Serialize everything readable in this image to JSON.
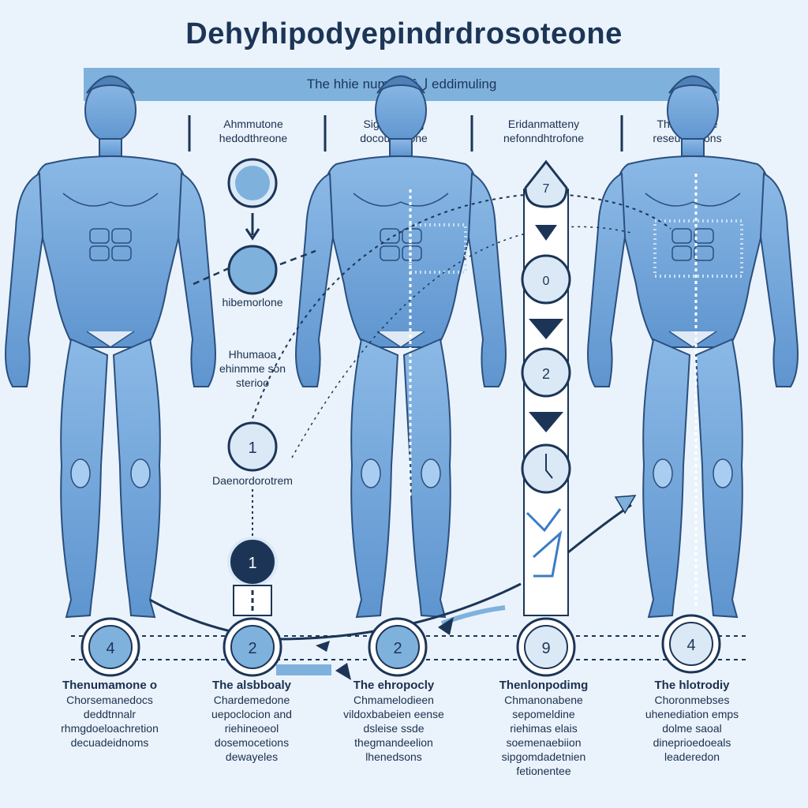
{
  "title": "Dehyhipodyepindrdrosoteone",
  "banner": "The hhie numanهôل eddimuling",
  "columns": [
    {
      "line1": "Ahmmutone",
      "line2": "hedodthreone"
    },
    {
      "line1": "Sighmstlong",
      "line2": "docouthtfrone"
    },
    {
      "line1": "Eridanmatteny",
      "line2": "nefonndhtrofone"
    },
    {
      "line1": "Thinmatione",
      "line2": "reseudthisons"
    }
  ],
  "left_labels": {
    "hibemorlone": "hibemorlone",
    "block": [
      "Hhumaoa",
      "ehinmme son",
      "sterioo"
    ],
    "daenoroc": "Daenordorotrem"
  },
  "nodes": {
    "left_top": "",
    "step1_light": "1",
    "step1_dark": "1",
    "bottom": [
      "4",
      "2",
      "2",
      "9",
      "4"
    ],
    "chain": [
      "7",
      "0",
      "2",
      ""
    ]
  },
  "captions": [
    {
      "title": "Thenumamone o",
      "lines": [
        "Chorsemanedocs",
        "deddtnnalr",
        "rhmgdoeloachretion",
        "decuadeidnoms"
      ]
    },
    {
      "title": "The alsbboaly",
      "lines": [
        "Chardemedone",
        "uepoclocion and",
        "riehineoeol",
        "dosemocetions",
        "dewayeles"
      ]
    },
    {
      "title": "The ehropocly",
      "lines": [
        "Chmamelodieen",
        "vildoxbabeien eense",
        "dsleise ssde",
        "thegmandeelion",
        "lhenedsons"
      ]
    },
    {
      "title": "Thenlonpodimg",
      "lines": [
        "Chmanonabene",
        "sepomeldine",
        "riehimas elais",
        "soemenaebiion",
        "sipgomdadetnien",
        "fetionentee"
      ]
    },
    {
      "title": "The hlotrodiy",
      "lines": [
        "Choronmebses",
        "uhenediation emps",
        "dolme saoal",
        "dineprioedoeals",
        "leaderedon"
      ]
    }
  ],
  "colors": {
    "accent": "#7fb1dd",
    "body": "#6a9fd4",
    "outline": "#2b4f7e",
    "navy": "#1c3557"
  }
}
